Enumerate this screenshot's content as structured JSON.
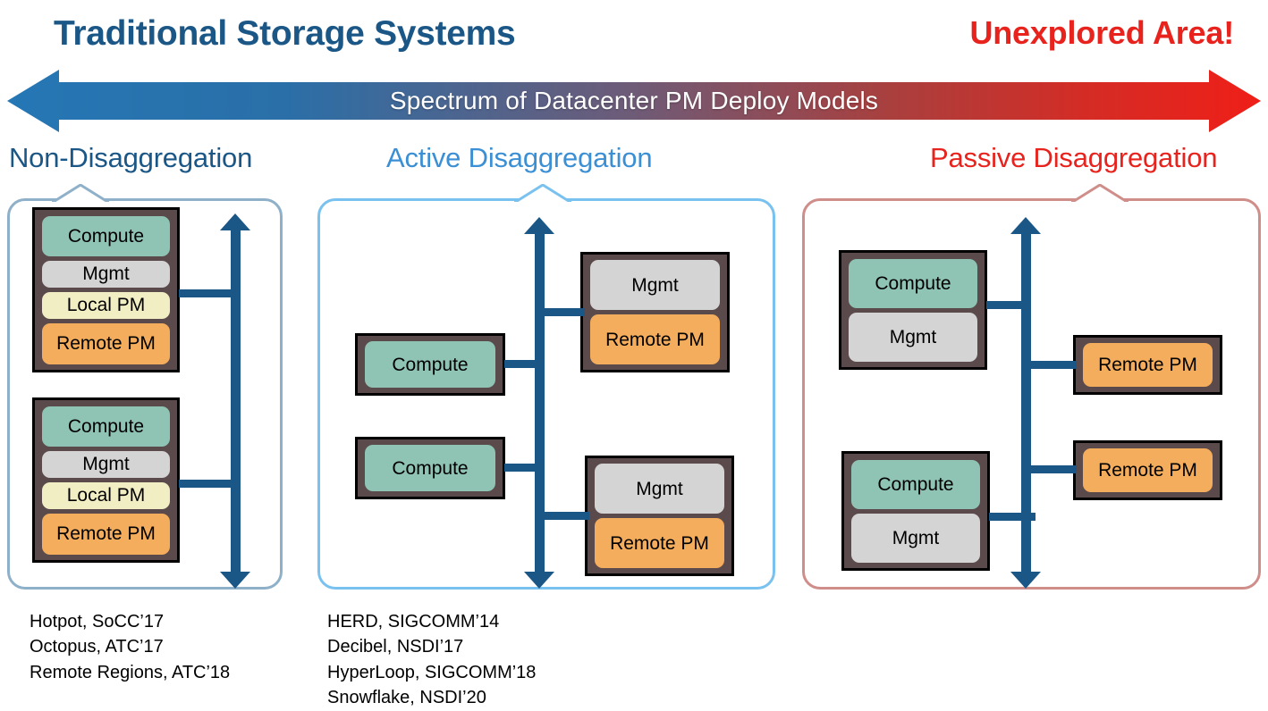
{
  "header": {
    "left_title": "Traditional Storage Systems",
    "right_title": "Unexplored Area!",
    "left_color": "#1b5786",
    "right_color": "#e8221c"
  },
  "spectrum": {
    "label": "Spectrum of Datacenter PM Deploy Models",
    "gradient_start": "#2577b5",
    "gradient_end": "#e8221c",
    "direction": "bidirectional"
  },
  "panels": [
    {
      "caption": "Non-Disaggregation",
      "caption_color": "#1b5786",
      "border_color": "#8fb0c9",
      "servers": [
        {
          "slots": [
            "Compute",
            "Mgmt",
            "Local PM",
            "Remote PM"
          ]
        },
        {
          "slots": [
            "Compute",
            "Mgmt",
            "Local PM",
            "Remote PM"
          ]
        }
      ],
      "citations": "Hotpot, SoCC’17\nOctopus, ATC’17\nRemote Regions, ATC’18"
    },
    {
      "caption": "Active Disaggregation",
      "caption_color": "#3b8fd4",
      "border_color": "#79c2ef",
      "servers": [
        {
          "slots": [
            "Compute"
          ]
        },
        {
          "slots": [
            "Compute"
          ]
        },
        {
          "slots": [
            "Mgmt",
            "Remote PM"
          ]
        },
        {
          "slots": [
            "Mgmt",
            "Remote PM"
          ]
        }
      ],
      "citations": "HERD, SIGCOMM’14\nDecibel, NSDI’17\nHyperLoop, SIGCOMM’18\nSnowflake, NSDI’20"
    },
    {
      "caption": "Passive Disaggregation",
      "caption_color": "#e8221c",
      "border_color": "#cf8e8a",
      "servers": [
        {
          "slots": [
            "Compute",
            "Mgmt"
          ]
        },
        {
          "slots": [
            "Compute",
            "Mgmt"
          ]
        },
        {
          "slots": [
            "Remote PM"
          ]
        },
        {
          "slots": [
            "Remote PM"
          ]
        }
      ],
      "citations": ""
    }
  ],
  "legend_colors": {
    "compute": "#8fc3b4",
    "mgmt": "#d4d4d4",
    "local_pm": "#f2eec4",
    "remote_pm": "#f3ad5c",
    "chassis": "#5b4a4b",
    "network_bus": "#1b5786"
  }
}
